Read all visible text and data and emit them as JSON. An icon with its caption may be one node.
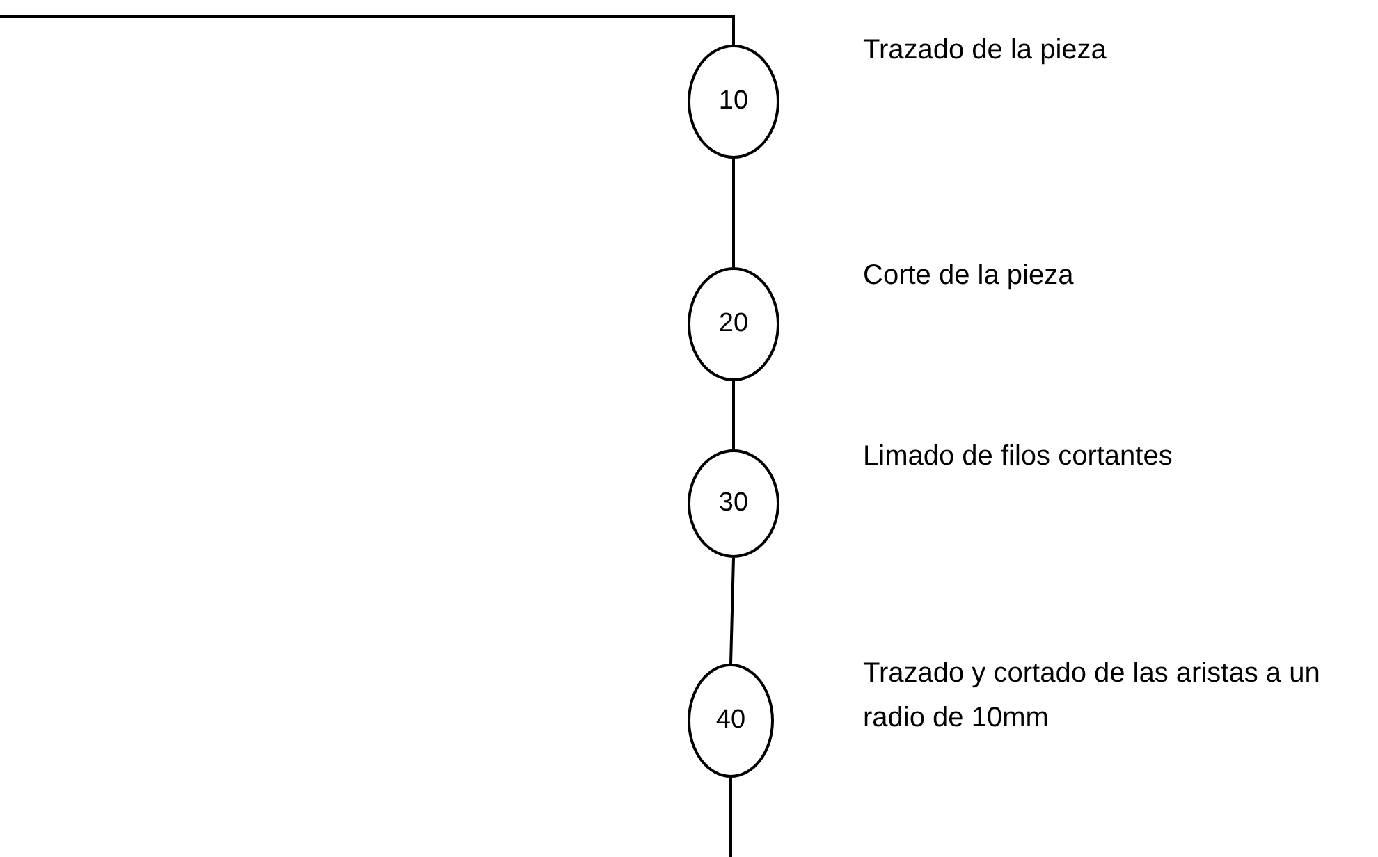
{
  "diagram": {
    "nodes": [
      {
        "text": [
          "10"
        ],
        "beside": [
          "Trazado de la pieza"
        ]
      },
      {
        "text": [
          "20"
        ],
        "beside": [
          "Corte de la pieza"
        ]
      },
      {
        "text": [
          "30"
        ],
        "beside": [
          "Limado de filos cortantes"
        ]
      },
      {
        "text": [
          "40"
        ],
        "beside": [
          "Trazado y cortado de las aristas a un radio de 10mm"
        ]
      }
    ],
    "edges": [
      {
        "from": null,
        "to": 0,
        "arrow": "none"
      },
      {
        "from": 0,
        "to": 1,
        "arrow": "none"
      },
      {
        "from": 1,
        "to": 2,
        "arrow": "none"
      },
      {
        "from": 2,
        "to": 3,
        "arrow": "none"
      },
      {
        "from": 3,
        "to": null,
        "arrow": "none"
      }
    ]
  }
}
